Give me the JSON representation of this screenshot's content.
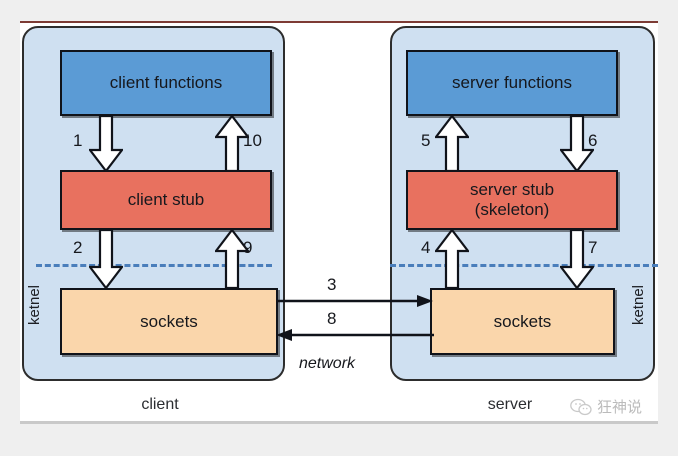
{
  "diagram": {
    "title": "RPC client-server stub and sockets diagram",
    "colors": {
      "functions_box": "#5b9bd5",
      "stub_box": "#e8715f",
      "sockets_box": "#fad6ab",
      "panel": "#cfe0f1",
      "kernel_line": "#4a7ebb",
      "border": "#10131a"
    },
    "client": {
      "caption": "client",
      "kernel_label": "ketnel",
      "functions_label": "client functions",
      "stub_label": "client stub",
      "sockets_label": "sockets",
      "steps": {
        "functions_to_stub": "1",
        "stub_to_sockets": "2",
        "sockets_to_stub": "9",
        "stub_to_functions": "10"
      }
    },
    "server": {
      "caption": "server",
      "kernel_label": "ketnel",
      "functions_label": "server functions",
      "stub_label_line1": "server stub",
      "stub_label_line2": "(skeleton)",
      "sockets_label": "sockets",
      "steps": {
        "stub_to_functions": "5",
        "functions_to_stub": "6",
        "stub_to_sockets": "7",
        "sockets_to_stub": "4"
      }
    },
    "network": {
      "label": "network",
      "request_step": "3",
      "reply_step": "8"
    },
    "watermark": {
      "text": "狂神说",
      "icon": "wechat-icon"
    }
  }
}
